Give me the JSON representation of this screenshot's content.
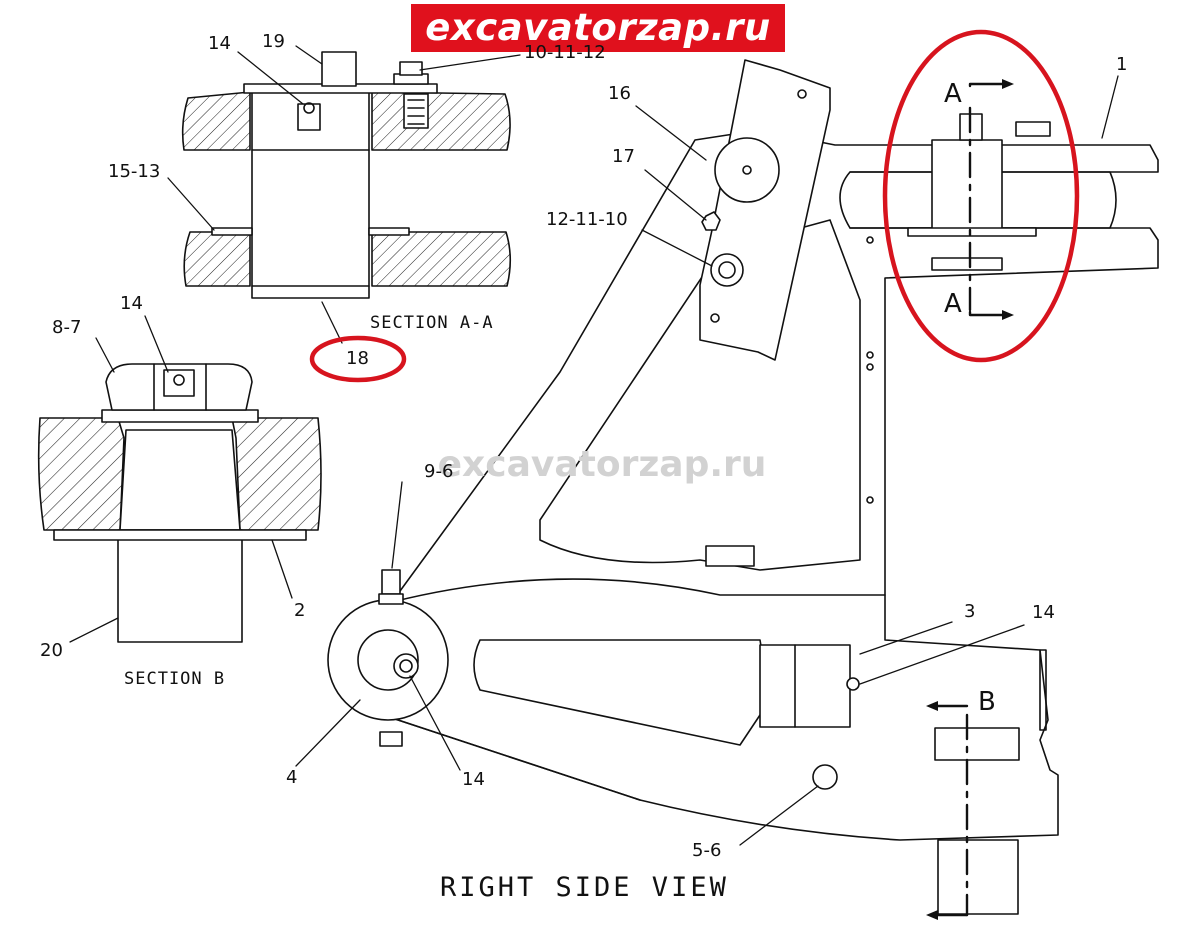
{
  "watermark": {
    "banner_text": "excavatorzap.ru",
    "center_text": "excavatorzap.ru",
    "banner_color": "#e0111d",
    "center_color": "#d2d2d2"
  },
  "highlight_color": "#d7141e",
  "captions": {
    "section_aa": "SECTION A-A",
    "section_b": "SECTION B",
    "right_side_view": "RIGHT SIDE VIEW"
  },
  "section_letters": {
    "a_top": "A",
    "a_bottom": "A",
    "b": "B"
  },
  "callouts": {
    "c14_aa": "14",
    "c19": "19",
    "c10_11_12_aa": "10-11-12",
    "c15_13": "15-13",
    "c18": "18",
    "c14_b": "14",
    "c8_7": "8-7",
    "c2": "2",
    "c20": "20",
    "c16": "16",
    "c17": "17",
    "c12_11_10": "12-11-10",
    "c1": "1",
    "c9_6": "9-6",
    "c3": "3",
    "c14_side": "14",
    "c4": "4",
    "c14_pin": "14",
    "c5_6": "5-6"
  }
}
